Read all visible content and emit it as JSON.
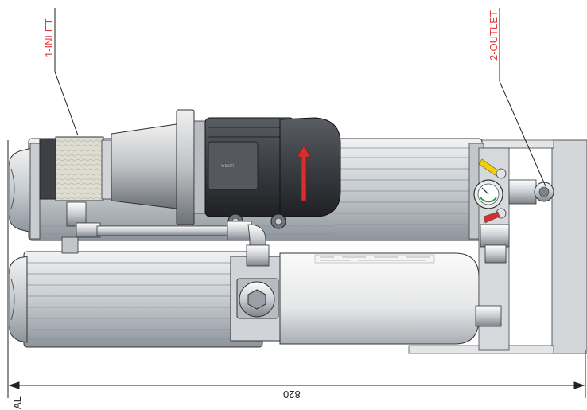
{
  "labels": {
    "inlet": "1-INLET",
    "outlet": "2-OUTLET",
    "dimension": "820",
    "edge_mark": "AL",
    "motor_plate": "SIMAT"
  },
  "colors": {
    "callout": "#e53935",
    "arrow": "#d32f2f",
    "valve_yellow": "#f5d000",
    "valve_red": "#d32f2f",
    "body_gray": "#d2d6da",
    "motor_dark": "#3c3f44",
    "filter_fabric": "#d9d8cc",
    "line": "#222222"
  },
  "icons": {
    "flow_arrow": "up-arrow-icon",
    "hex_plug": "hex-bolt-icon"
  }
}
